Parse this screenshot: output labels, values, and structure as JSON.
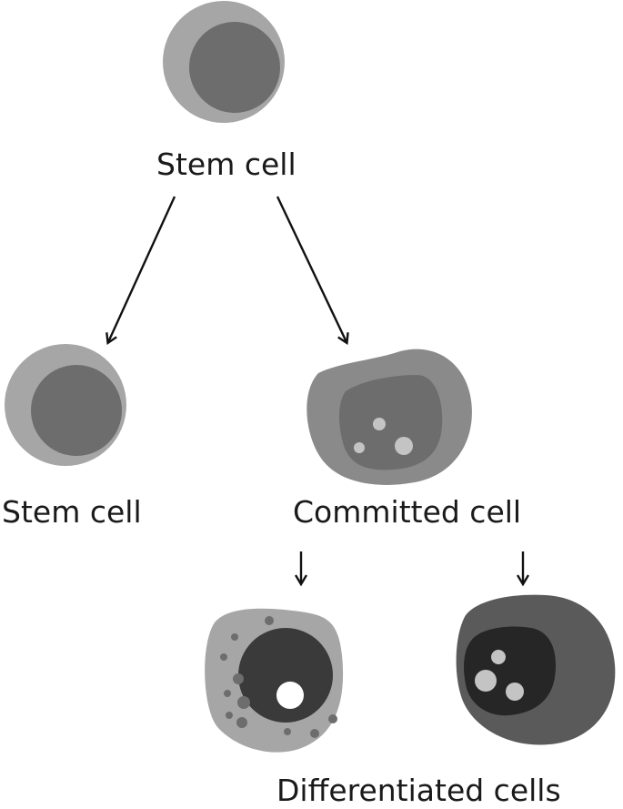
{
  "labels": {
    "top_stem_cell": "Stem cell",
    "left_stem_cell": "Stem cell",
    "committed_cell": "Committed cell",
    "differentiated_cells": "Differentiated cells"
  },
  "colors": {
    "outer_light": "#a6a6a6",
    "nucleus_mid": "#6d6d6d",
    "committed_outer": "#8a8a8a",
    "nucleus_dark": "#3a3a3a",
    "granule": "#c4c4c4",
    "white": "#ffffff",
    "arrow": "#111111"
  }
}
